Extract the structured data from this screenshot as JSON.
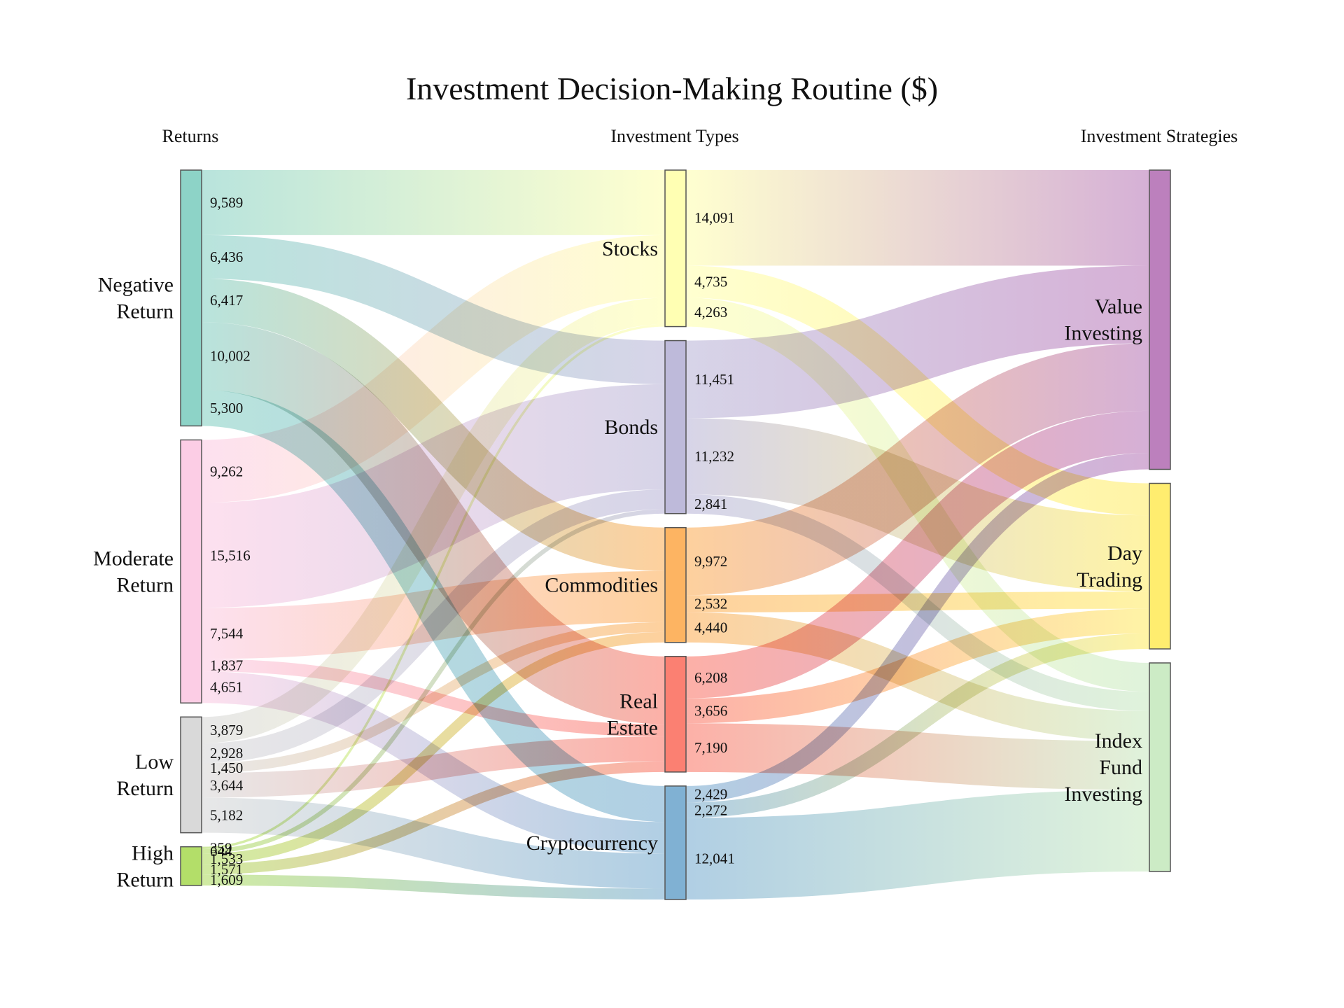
{
  "chart_data": {
    "type": "sankey",
    "title": "Investment Decision-Making Routine ($)",
    "column_titles": [
      "Returns",
      "Investment Types",
      "Investment Strategies"
    ],
    "nodes": [
      {
        "id": "neg",
        "label": "Negative Return",
        "lines": [
          "Negative",
          "Return"
        ],
        "color": "#8dd3c7",
        "column": 0
      },
      {
        "id": "mod",
        "label": "Moderate Return",
        "lines": [
          "Moderate",
          "Return"
        ],
        "color": "#fccde5",
        "column": 0
      },
      {
        "id": "low",
        "label": "Low Return",
        "lines": [
          "Low",
          "Return"
        ],
        "color": "#d9d9d9",
        "column": 0
      },
      {
        "id": "high",
        "label": "High Return",
        "lines": [
          "High",
          "Return"
        ],
        "color": "#b3de69",
        "column": 0
      },
      {
        "id": "stk",
        "label": "Stocks",
        "lines": [
          "Stocks"
        ],
        "color": "#ffffb3",
        "column": 1
      },
      {
        "id": "bnd",
        "label": "Bonds",
        "lines": [
          "Bonds"
        ],
        "color": "#bebada",
        "column": 1
      },
      {
        "id": "com",
        "label": "Commodities",
        "lines": [
          "Commodities"
        ],
        "color": "#fdb462",
        "column": 1
      },
      {
        "id": "re",
        "label": "Real Estate",
        "lines": [
          "Real",
          "Estate"
        ],
        "color": "#fb8072",
        "column": 1
      },
      {
        "id": "cry",
        "label": "Cryptocurrency",
        "lines": [
          "Cryptocurrency"
        ],
        "color": "#80b1d3",
        "column": 1
      },
      {
        "id": "val",
        "label": "Value Investing",
        "lines": [
          "Value",
          "Investing"
        ],
        "color": "#bc80bd",
        "column": 2
      },
      {
        "id": "day",
        "label": "Day Trading",
        "lines": [
          "Day",
          "Trading"
        ],
        "color": "#ffed6f",
        "column": 2
      },
      {
        "id": "idx",
        "label": "Index Fund Investing",
        "lines": [
          "Index",
          "Fund",
          "Investing"
        ],
        "color": "#ccebc5",
        "column": 2
      }
    ],
    "links": [
      {
        "source": "neg",
        "target": "stk",
        "value": 9589,
        "label": "9,589"
      },
      {
        "source": "neg",
        "target": "bnd",
        "value": 6436,
        "label": "6,436"
      },
      {
        "source": "neg",
        "target": "com",
        "value": 6417,
        "label": "6,417"
      },
      {
        "source": "neg",
        "target": "re",
        "value": 10002,
        "label": "10,002"
      },
      {
        "source": "neg",
        "target": "cry",
        "value": 5300,
        "label": "5,300"
      },
      {
        "source": "mod",
        "target": "stk",
        "value": 9262,
        "label": "9,262"
      },
      {
        "source": "mod",
        "target": "bnd",
        "value": 15516,
        "label": "15,516"
      },
      {
        "source": "mod",
        "target": "com",
        "value": 7544,
        "label": "7,544"
      },
      {
        "source": "mod",
        "target": "re",
        "value": 1837,
        "label": "1,837"
      },
      {
        "source": "mod",
        "target": "cry",
        "value": 4651,
        "label": "4,651"
      },
      {
        "source": "low",
        "target": "stk",
        "value": 3879,
        "label": "3,879"
      },
      {
        "source": "low",
        "target": "bnd",
        "value": 2928,
        "label": "2,928"
      },
      {
        "source": "low",
        "target": "com",
        "value": 1450,
        "label": "1,450"
      },
      {
        "source": "low",
        "target": "re",
        "value": 3644,
        "label": "3,644"
      },
      {
        "source": "low",
        "target": "cry",
        "value": 5182,
        "label": "5,182"
      },
      {
        "source": "high",
        "target": "stk",
        "value": 359,
        "label": "359"
      },
      {
        "source": "high",
        "target": "bnd",
        "value": 644,
        "label": "644"
      },
      {
        "source": "high",
        "target": "com",
        "value": 1533,
        "label": "1,533"
      },
      {
        "source": "high",
        "target": "re",
        "value": 1571,
        "label": "1,571"
      },
      {
        "source": "high",
        "target": "cry",
        "value": 1609,
        "label": "1,609"
      },
      {
        "source": "stk",
        "target": "val",
        "value": 14091,
        "label": "14,091"
      },
      {
        "source": "stk",
        "target": "day",
        "value": 4735,
        "label": "4,735"
      },
      {
        "source": "stk",
        "target": "idx",
        "value": 4263,
        "label": "4,263"
      },
      {
        "source": "bnd",
        "target": "val",
        "value": 11451,
        "label": "11,451"
      },
      {
        "source": "bnd",
        "target": "day",
        "value": 11232,
        "label": "11,232"
      },
      {
        "source": "bnd",
        "target": "idx",
        "value": 2841,
        "label": "2,841"
      },
      {
        "source": "com",
        "target": "val",
        "value": 9972,
        "label": "9,972"
      },
      {
        "source": "com",
        "target": "day",
        "value": 2532,
        "label": "2,532"
      },
      {
        "source": "com",
        "target": "idx",
        "value": 4440,
        "label": "4,440"
      },
      {
        "source": "re",
        "target": "val",
        "value": 6208,
        "label": "6,208"
      },
      {
        "source": "re",
        "target": "day",
        "value": 3656,
        "label": "3,656"
      },
      {
        "source": "re",
        "target": "idx",
        "value": 7190,
        "label": "7,190"
      },
      {
        "source": "cry",
        "target": "val",
        "value": 2429,
        "label": "2,429"
      },
      {
        "source": "cry",
        "target": "day",
        "value": 2272,
        "label": "2,272"
      },
      {
        "source": "cry",
        "target": "idx",
        "value": 12041,
        "label": "12,041"
      }
    ]
  }
}
